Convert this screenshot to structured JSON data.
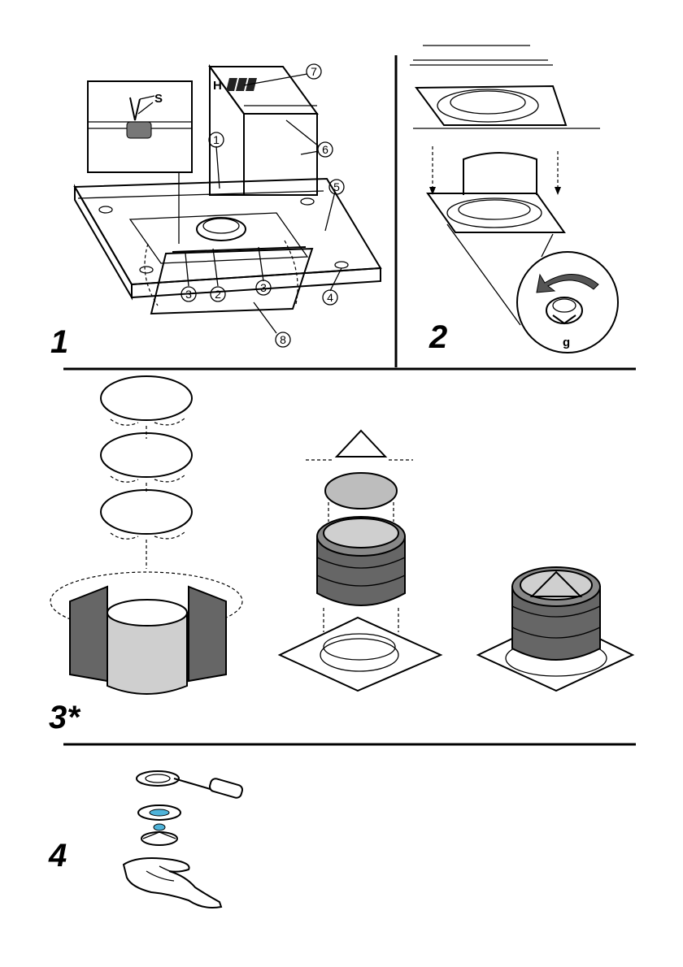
{
  "steps": [
    {
      "label": "1"
    },
    {
      "label": "2"
    },
    {
      "label": "3*"
    },
    {
      "label": "4"
    }
  ],
  "panel1": {
    "letter_s": "S",
    "letter_h": "H",
    "callouts": [
      "1",
      "2",
      "3",
      "3",
      "4",
      "5",
      "6",
      "7",
      "8"
    ]
  },
  "panel2": {
    "letter_g": "g"
  },
  "colors": {
    "line": "#000000",
    "dark_gray": "#666666",
    "light_gray": "#cfcfcf",
    "filter_gray": "#bdbdbd",
    "accent_blue": "#4fb3d9"
  }
}
